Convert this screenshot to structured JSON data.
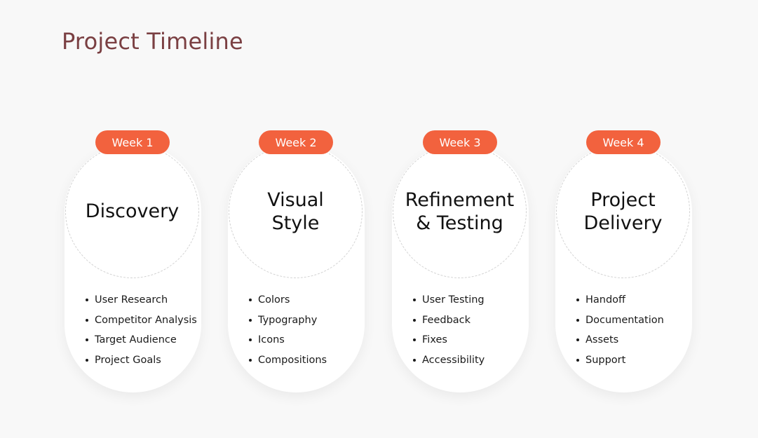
{
  "title": "Project Timeline",
  "colors": {
    "title": "#7a3f42",
    "accent": "#f2623e",
    "background": "#f8f8f8",
    "card": "#ffffff"
  },
  "phases": [
    {
      "week": "Week 1",
      "title": "Discovery",
      "items": [
        "User Research",
        "Competitor Analysis",
        "Target Audience",
        "Project Goals"
      ]
    },
    {
      "week": "Week 2",
      "title": "Visual\nStyle",
      "items": [
        "Colors",
        "Typography",
        "Icons",
        "Compositions"
      ]
    },
    {
      "week": "Week 3",
      "title": "Refinement\n& Testing",
      "items": [
        "User Testing",
        "Feedback",
        "Fixes",
        "Accessibility"
      ]
    },
    {
      "week": "Week 4",
      "title": "Project\nDelivery",
      "items": [
        "Handoff",
        "Documentation",
        "Assets",
        "Support"
      ]
    }
  ]
}
